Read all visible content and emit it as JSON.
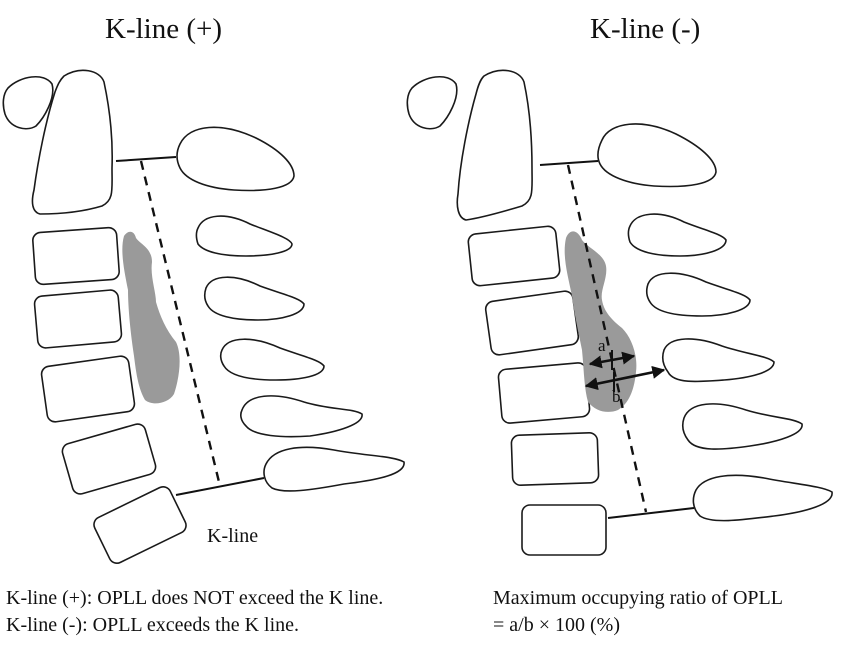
{
  "panels": {
    "left": {
      "title": "K-line (+)",
      "kline_label": "K-line"
    },
    "right": {
      "title": "K-line (-)",
      "label_a": "a",
      "label_b": "b"
    }
  },
  "legend": {
    "left": [
      "K-line (+):  OPLL does NOT exceed the K line.",
      "K-line (-):  OPLL exceeds the K line."
    ],
    "right": [
      "Maximum occupying ratio of OPLL",
      "= a/b × 100 (%)"
    ]
  },
  "colors": {
    "opll_fill": "#9a9a9a",
    "outline": "#1a1a1a",
    "background": "#ffffff"
  }
}
